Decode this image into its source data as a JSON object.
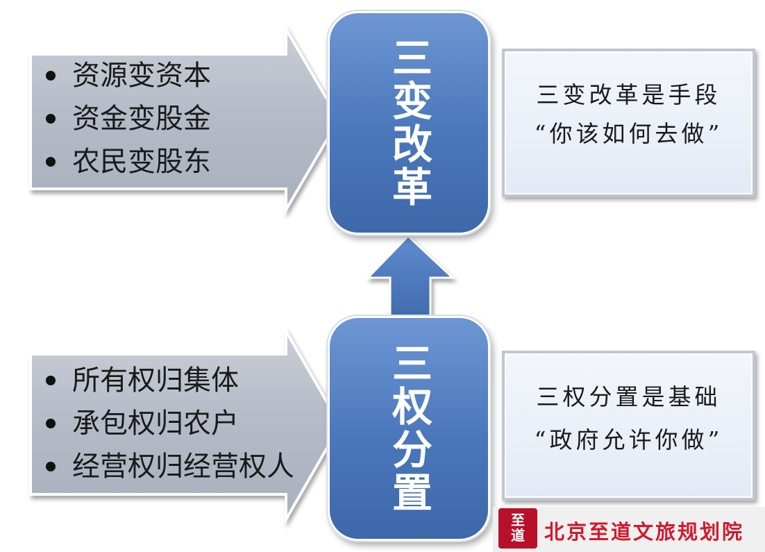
{
  "top_arrow": {
    "items": [
      {
        "label": "资源变资本"
      },
      {
        "label": "资金变股金"
      },
      {
        "label": "农民变股东"
      }
    ]
  },
  "top_pill": {
    "label": "三变改革"
  },
  "top_note": {
    "line1": "三变改革是手段",
    "line2": "“你该如何去做”"
  },
  "bottom_arrow": {
    "items": [
      {
        "label": "所有权归集体"
      },
      {
        "label": "承包权归农户"
      },
      {
        "label": "经营权归经营权人"
      }
    ]
  },
  "bottom_pill": {
    "label": "三权分置"
  },
  "bottom_note": {
    "line1": "三权分置是基础",
    "line2": "“政府允许你做”"
  },
  "watermark": {
    "seal_text": "至道",
    "org_name": "北京至道文旅规划院"
  },
  "colors": {
    "pill_blue": "#4a77bb",
    "arrow_gray": "#b7bdc8",
    "note_fill": "#e8edf6",
    "watermark_red": "#d2182d"
  }
}
